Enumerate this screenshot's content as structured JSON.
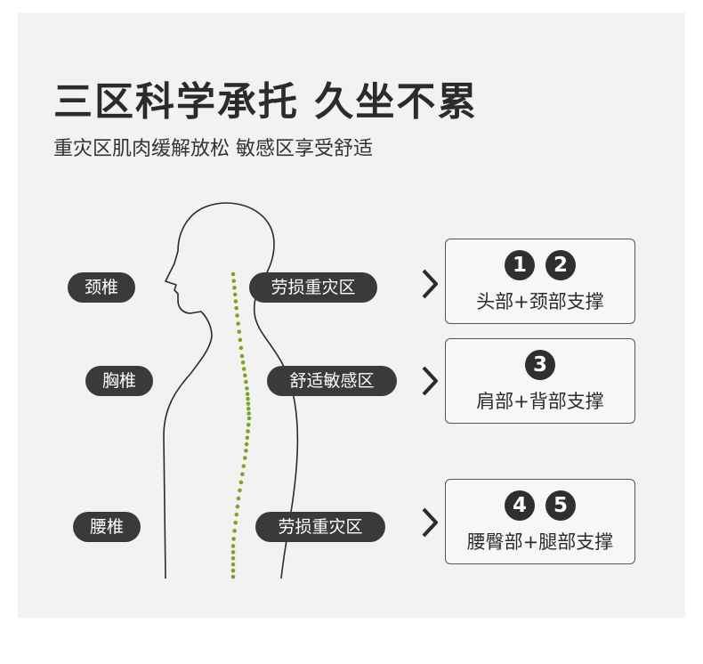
{
  "title": "三区科学承托 久坐不累",
  "subtitle": "重灾区肌肉缓解放松  敏感区享受舒适",
  "spine_labels": [
    "颈椎",
    "胸椎",
    "腰椎"
  ],
  "zone_labels": [
    "劳损重灾区",
    "舒适敏感区",
    "劳损重灾区"
  ],
  "support_boxes": [
    {
      "numbers": [
        "1",
        "2"
      ],
      "label": "头部+颈部支撑"
    },
    {
      "numbers": [
        "3"
      ],
      "label": "肩部+背部支撑"
    },
    {
      "numbers": [
        "4",
        "5"
      ],
      "label": "腰臀部+腿部支撑"
    }
  ],
  "colors": {
    "background": "#f2f2f2",
    "pill": "#3a3a3a",
    "spine_dots": "#7da32a",
    "outline": "#2b2b2b"
  }
}
